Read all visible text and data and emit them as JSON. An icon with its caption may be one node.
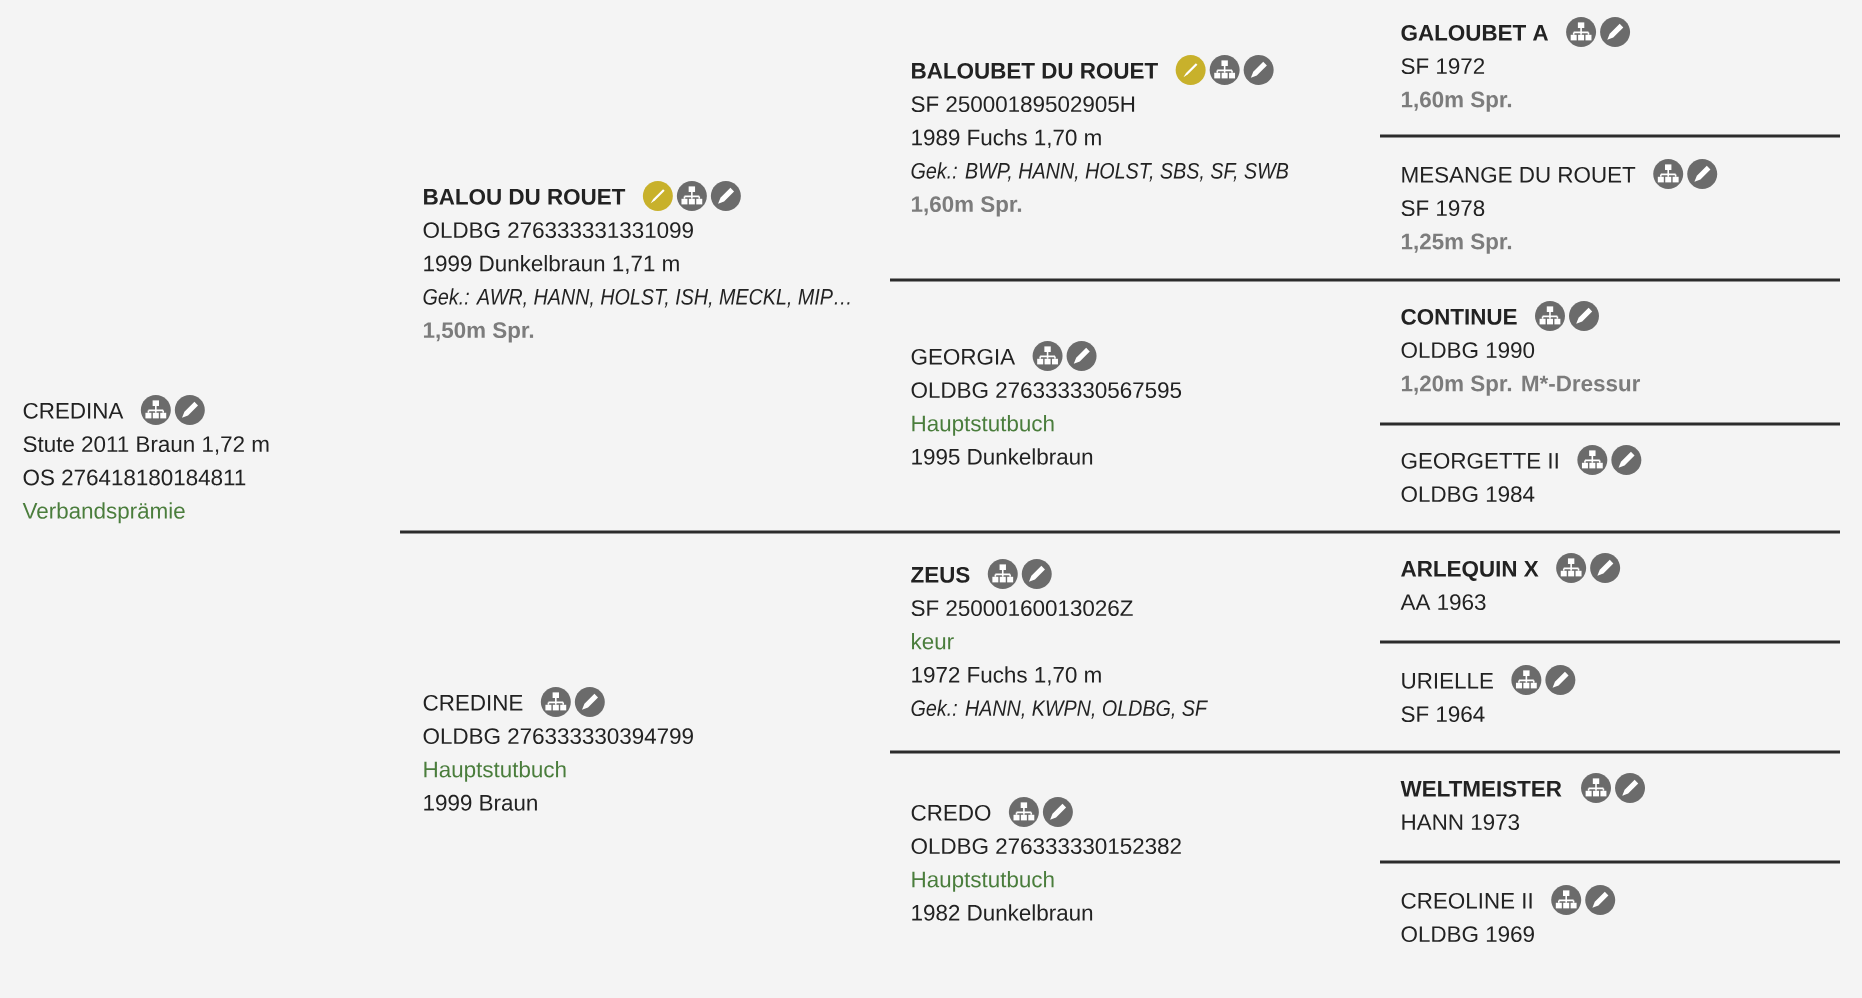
{
  "diagram": {
    "nodes": [
      {
        "text": [
          "CREDINA",
          "Stute 2011 Braun 1,72 m",
          "OS 276418180184811",
          "Verbandsprämie"
        ]
      },
      {
        "text": [
          "BALOU DU ROUET",
          "OLDBG 276333331331099",
          "1999 Dunkelbraun 1,71 m",
          "Gek.: AWR, HANN, HOLST, ISH, MECKL, MIP…",
          "1,50m Spr."
        ]
      },
      {
        "text": [
          "CREDINE",
          "OLDBG 276333330394799",
          "Hauptstutbuch",
          "1999 Braun"
        ]
      },
      {
        "text": [
          "BALOUBET DU ROUET",
          "SF 25000189502905H",
          "1989 Fuchs 1,70 m",
          "Gek.: BWP, HANN, HOLST, SBS, SF, SWB",
          "1,60m Spr."
        ]
      },
      {
        "text": [
          "GEORGIA",
          "OLDBG 276333330567595",
          "Hauptstutbuch",
          "1995 Dunkelbraun"
        ]
      },
      {
        "text": [
          "ZEUS",
          "SF 25000160013026Z",
          "keur",
          "1972 Fuchs 1,70 m",
          "Gek.: HANN, KWPN, OLDBG, SF"
        ]
      },
      {
        "text": [
          "CREDO",
          "OLDBG 276333330152382",
          "Hauptstutbuch",
          "1982 Dunkelbraun"
        ]
      },
      {
        "text": [
          "GALOUBET A",
          "SF 1972",
          "1,60m Spr."
        ]
      },
      {
        "text": [
          "MESANGE DU ROUET",
          "SF 1978",
          "1,25m Spr."
        ]
      },
      {
        "text": [
          "CONTINUE",
          "OLDBG 1990",
          "1,20m Spr. M*-Dressur"
        ]
      },
      {
        "text": [
          "GEORGETTE II",
          "OLDBG 1984"
        ]
      },
      {
        "text": [
          "ARLEQUIN X",
          "AA 1963"
        ]
      },
      {
        "text": [
          "URIELLE",
          "SF 1964"
        ]
      },
      {
        "text": [
          "WELTMEISTER",
          "HANN 1973"
        ]
      },
      {
        "text": [
          "CREOLINE II",
          "OLDBG 1969"
        ]
      }
    ]
  }
}
